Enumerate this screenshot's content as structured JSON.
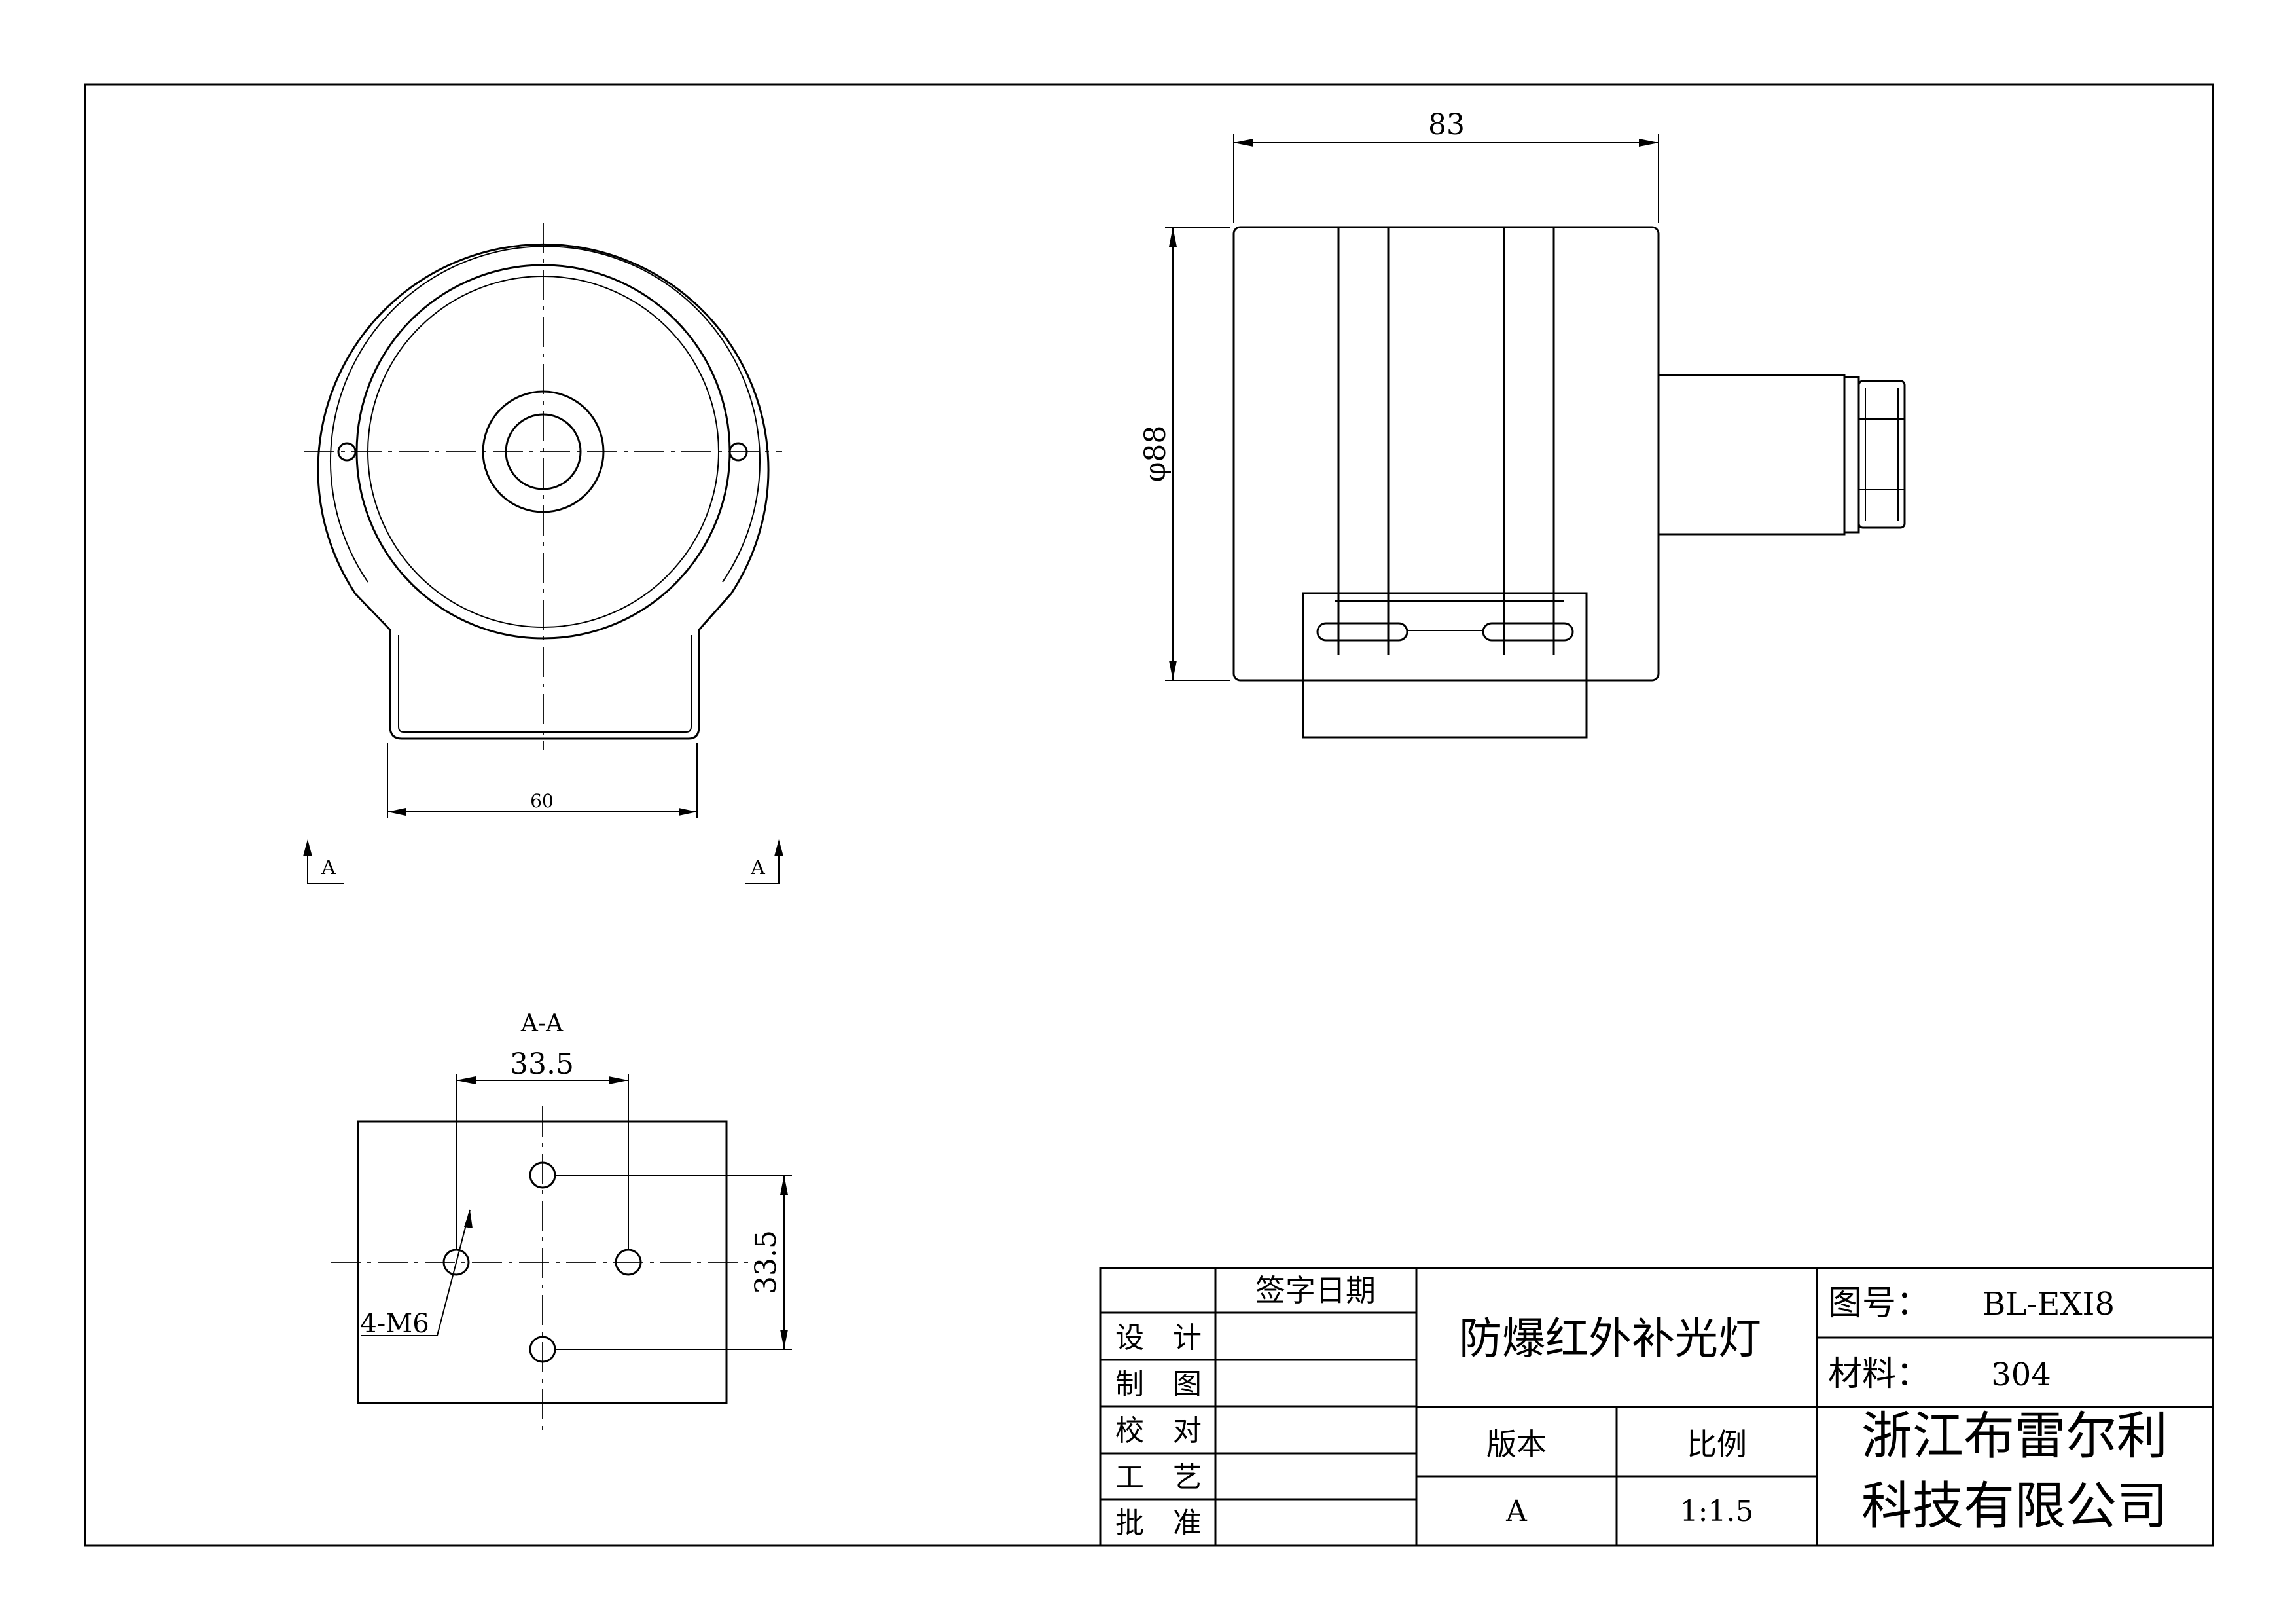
{
  "dimensions": {
    "front_width": "60",
    "side_length": "83",
    "diameter": "φ88",
    "section_h": "33.5",
    "section_v": "33.5",
    "holes": "4-M6"
  },
  "section_markers": {
    "left": "A",
    "right": "A",
    "section_title": "A-A"
  },
  "title_block": {
    "sign_date": "签字日期",
    "rows": [
      "设　计",
      "制　图",
      "校　对",
      "工　艺",
      "批　准"
    ],
    "product_name": "防爆红外补光灯",
    "drawing_no_label": "图号：",
    "drawing_no": "BL-EXI8",
    "material_label": "材料：",
    "material": "304",
    "version_label": "版本",
    "version": "A",
    "scale_label": "比例",
    "scale": "1:1.5",
    "company_line1": "浙江布雷尔利",
    "company_line2": "科技有限公司"
  }
}
